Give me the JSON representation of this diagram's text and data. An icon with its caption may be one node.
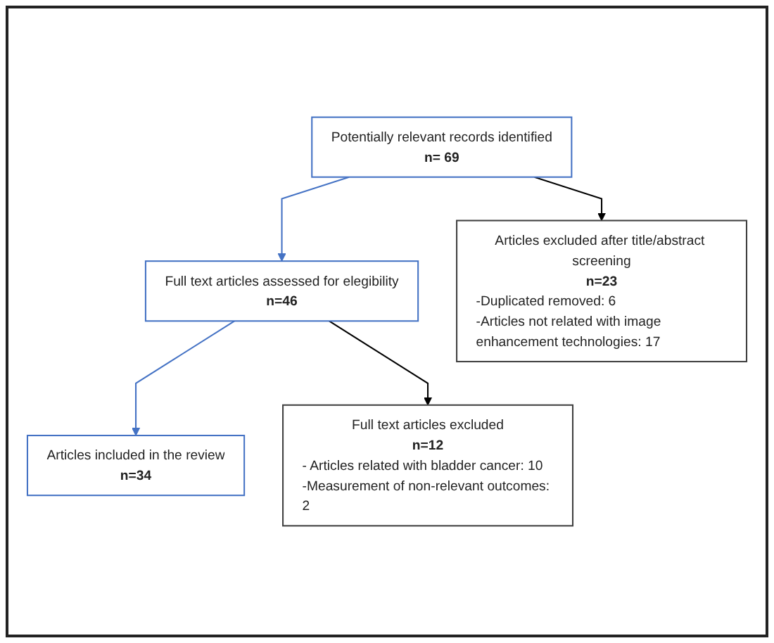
{
  "diagram": {
    "nodes": [
      {
        "text": [
          "Potentially relevant records identified",
          "n= 69"
        ]
      },
      {
        "text": [
          "Articles excluded after title/abstract screening",
          "n=23",
          "-Duplicated removed: 6",
          "-Articles not related with image enhancement technologies: 17"
        ]
      },
      {
        "text": [
          "Full text articles assessed for elegibility",
          "n=46"
        ]
      },
      {
        "text": [
          "Full text articles excluded",
          "n=12",
          "- Articles related with bladder cancer: 10",
          "-Measurement of non-relevant outcomes: 2"
        ]
      },
      {
        "text": [
          "Articles included in the review",
          "n=34"
        ]
      }
    ],
    "edges": [
      {
        "from": 0,
        "to": 2,
        "arrow": "to",
        "color": "#4472c4"
      },
      {
        "from": 0,
        "to": 1,
        "arrow": "to",
        "color": "#000000"
      },
      {
        "from": 2,
        "to": 4,
        "arrow": "to",
        "color": "#4472c4"
      },
      {
        "from": 2,
        "to": 3,
        "arrow": "to",
        "color": "#000000"
      }
    ]
  }
}
